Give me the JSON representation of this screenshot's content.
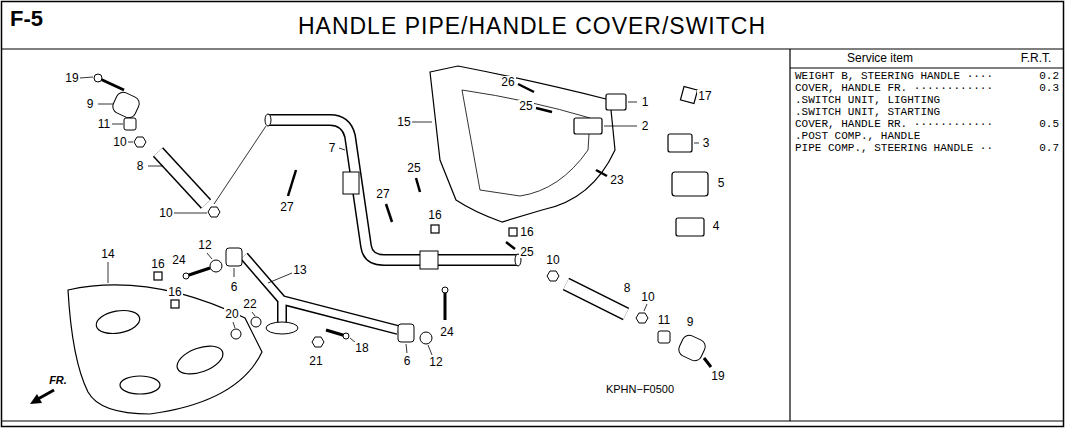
{
  "diagram": {
    "title": "HANDLE PIPE/HANDLE COVER/SWITCH",
    "labels": [
      "F-5",
      "Service item",
      "F.R.T.",
      "WEIGHT B, STEERING HANDLE ····",
      "0.2",
      "COVER, HANDLE FR. ············",
      "0.3",
      ".SWITCH UNIT, LIGHTING",
      ".SWITCH UNIT, STARTING",
      "COVER, HANDLE RR. ············",
      "0.5",
      ".POST COMP., HANDLE",
      "PIPE COMP., STEERING HANDLE ··",
      "0.7",
      "19",
      "9",
      "11",
      "10",
      "8",
      "10",
      "7",
      "27",
      "26",
      "25",
      "1",
      "17",
      "2",
      "15",
      "3",
      "23",
      "5",
      "25",
      "27",
      "16",
      "4",
      "16",
      "25",
      "10",
      "14",
      "16",
      "24",
      "12",
      "6",
      "16",
      "13",
      "22",
      "20",
      "21",
      "18",
      "6",
      "12",
      "24",
      "8",
      "10",
      "11",
      "9",
      "19",
      "KPHN−F0500",
      "FR."
    ]
  }
}
